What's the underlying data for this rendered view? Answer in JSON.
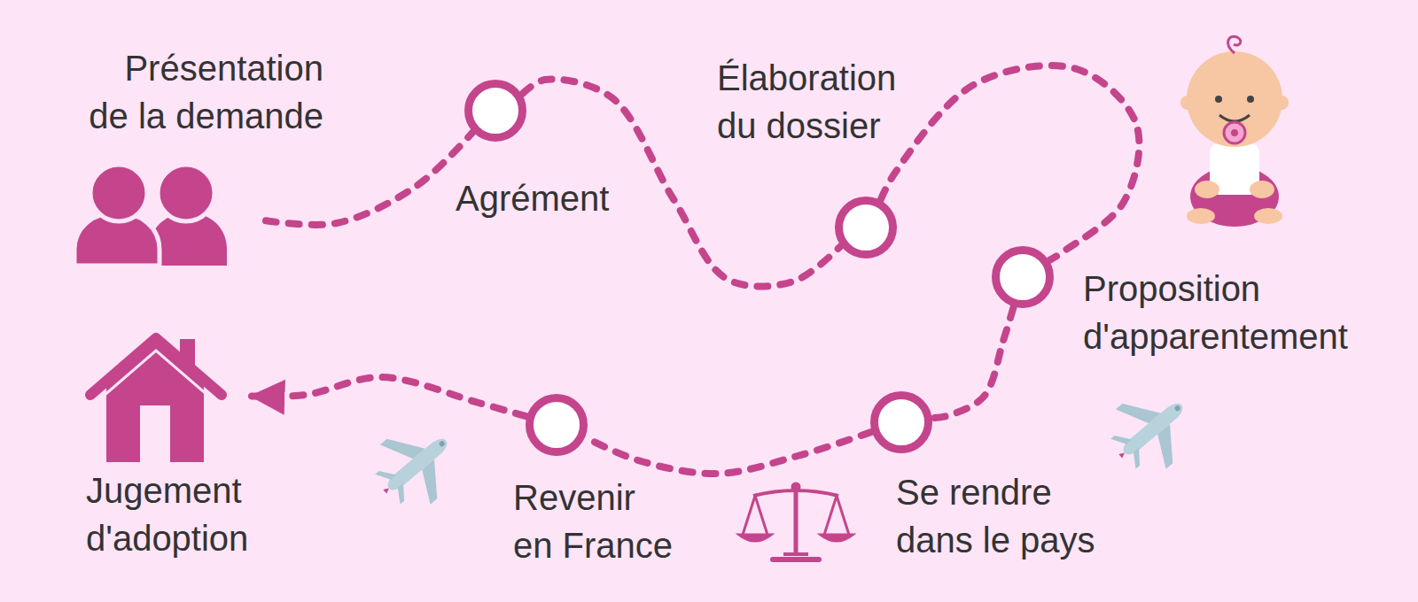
{
  "diagram": {
    "nodes": [
      {
        "text": [
          "Présentation de la demande"
        ]
      },
      {
        "text": [
          "Agrément"
        ]
      },
      {
        "text": [
          "Élaboration du dossier"
        ]
      },
      {
        "text": [
          "Proposition d'apparentement"
        ]
      },
      {
        "text": [
          "Se rendre dans le pays"
        ]
      },
      {
        "text": [
          "Revenir en France"
        ]
      },
      {
        "text": [
          "Jugement d'adoption"
        ]
      }
    ],
    "edges": [
      {
        "from": 0,
        "to": 1,
        "arrow": "none"
      },
      {
        "from": 1,
        "to": 2,
        "arrow": "none"
      },
      {
        "from": 2,
        "to": 3,
        "arrow": "none"
      },
      {
        "from": 3,
        "to": 4,
        "arrow": "none"
      },
      {
        "from": 4,
        "to": 5,
        "arrow": "none"
      },
      {
        "from": 5,
        "to": 6,
        "arrow": "to"
      }
    ]
  }
}
